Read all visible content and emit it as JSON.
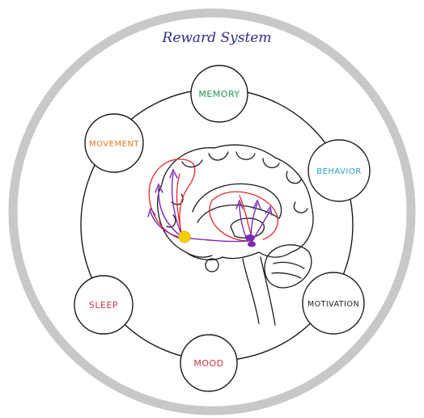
{
  "title": "Reward System",
  "colors": {
    "ring": "#c8c8c8",
    "ink": "#1a1a1a",
    "title": "#2b2f8f",
    "pathway_red": "#e02a2a",
    "pathway_purple": "#7a2ab8",
    "vta_yellow": "#f5d000"
  },
  "nodes": {
    "memory": {
      "label": "MEMORY",
      "color": "#1f9a55"
    },
    "movement": {
      "label": "MOVEMENT",
      "color": "#e8761c"
    },
    "behavior": {
      "label": "BEHAVIOR",
      "color": "#2a9fd0"
    },
    "sleep": {
      "label": "SLEEP",
      "color": "#d8324a"
    },
    "motivation": {
      "label": "MOTIVATION",
      "color": "#222222"
    },
    "mood": {
      "label": "MOOD",
      "color": "#d8324a"
    }
  }
}
